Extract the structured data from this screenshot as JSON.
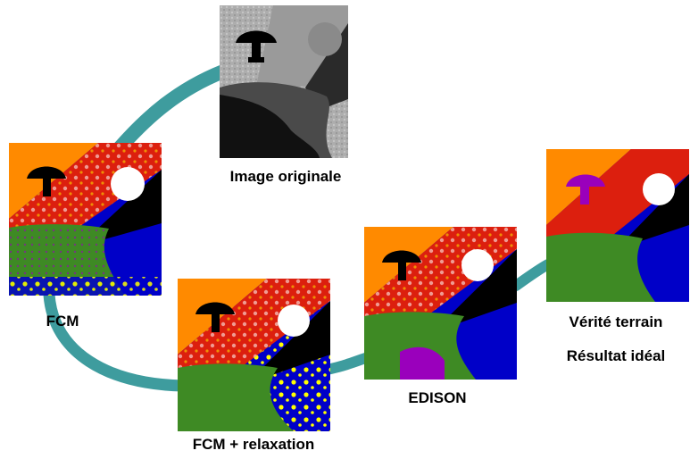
{
  "colors": {
    "connector": "#3e9c9e",
    "orange": "#ff8a00",
    "red": "#dc1f0e",
    "black": "#000000",
    "white": "#ffffff",
    "green": "#3e8a24",
    "blue": "#0000c8",
    "yellow": "#ffff00",
    "purple": "#9a00bc",
    "gray_light": "#b4b4b4",
    "gray_mid": "#8a8a8a",
    "gray_dark": "#4a4a4a"
  },
  "panels": {
    "original": {
      "label": "Image originale"
    },
    "fcm": {
      "label": "FCM"
    },
    "fcm_relax": {
      "label": "FCM + relaxation"
    },
    "edison": {
      "label": "EDISON"
    },
    "truth": {
      "label_line1": "Vérité terrain",
      "label_line2": "Résultat idéal"
    }
  }
}
